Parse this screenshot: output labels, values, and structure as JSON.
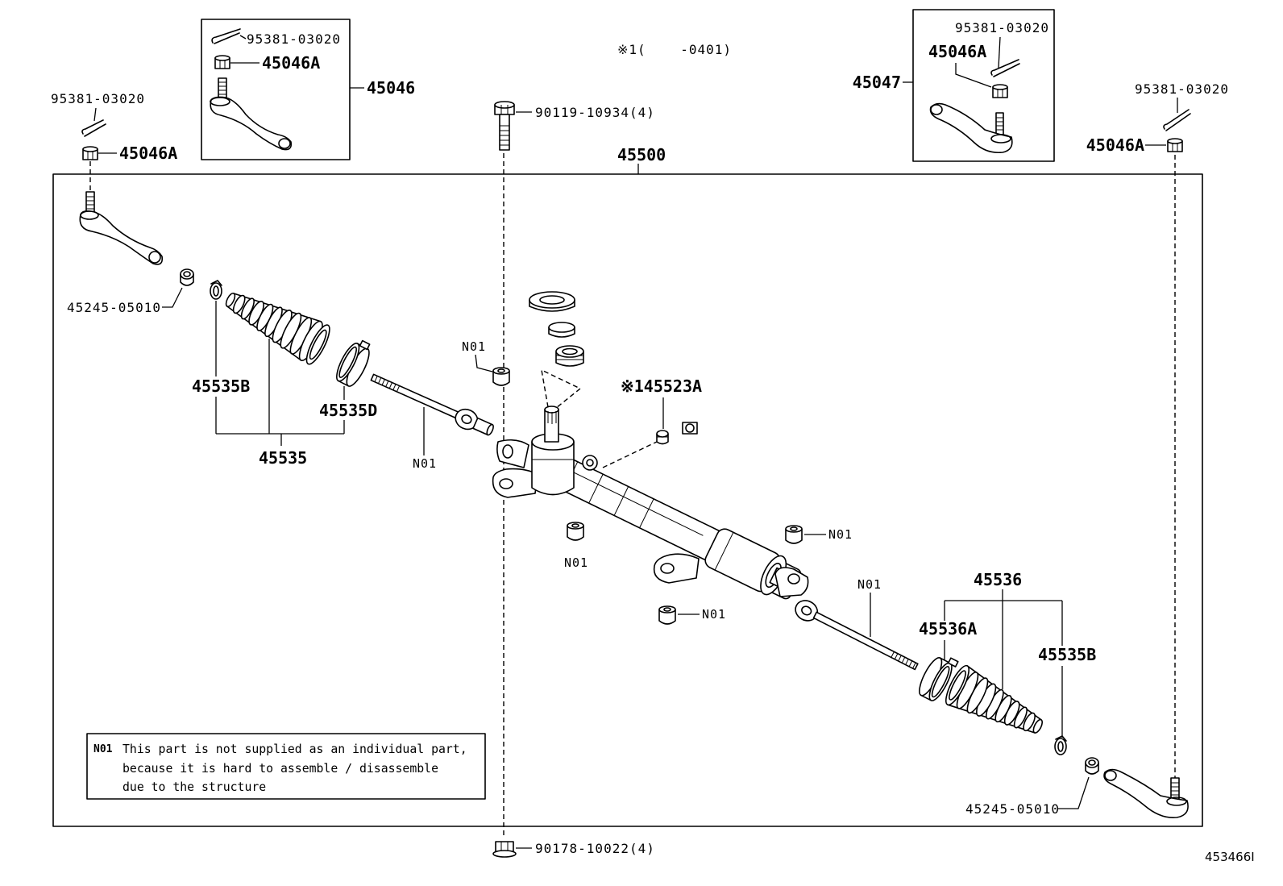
{
  "diagram": {
    "title_code": "※1(    -0401)",
    "figure_id": "453466I"
  },
  "callouts": {
    "cotter_pin_box_left": "95381-03020",
    "nut_box_left": "45046A",
    "tie_rod_end_assy_left": "45046",
    "cotter_pin_box_right": "95381-03020",
    "nut_box_right": "45046A",
    "tie_rod_end_assy_right": "45047",
    "cotter_pin_outer_left": "95381-03020",
    "nut_outer_left": "45046A",
    "cotter_pin_outer_right": "95381-03020",
    "nut_outer_right": "45046A",
    "bolt_top": "90119-10934(4)",
    "gear_assembly": "45500",
    "bushing_left": "45245-05010",
    "clamp_left": "45535B",
    "band_left": "45535D",
    "boot_kit_left": "45535",
    "plug": "※145523A",
    "boot_kit_right": "45536",
    "band_right": "45536A",
    "clamp_right": "45535B",
    "bushing_right": "45245-05010",
    "nut_bottom": "90178-10022(4)"
  },
  "not_supplied": {
    "mount_bushing_upper_left": "N01",
    "inner_rod_left": "N01",
    "mount_bushing_lower_left": "N01",
    "mount_bushing_upper_right": "N01",
    "inner_rod_right": "N01",
    "mount_bushing_lower_right": "N01"
  },
  "note": {
    "code": "N01",
    "line1": "This part is not supplied as an individual part,",
    "line2": "because it is hard to assemble / disassemble",
    "line3": "due to the structure"
  }
}
